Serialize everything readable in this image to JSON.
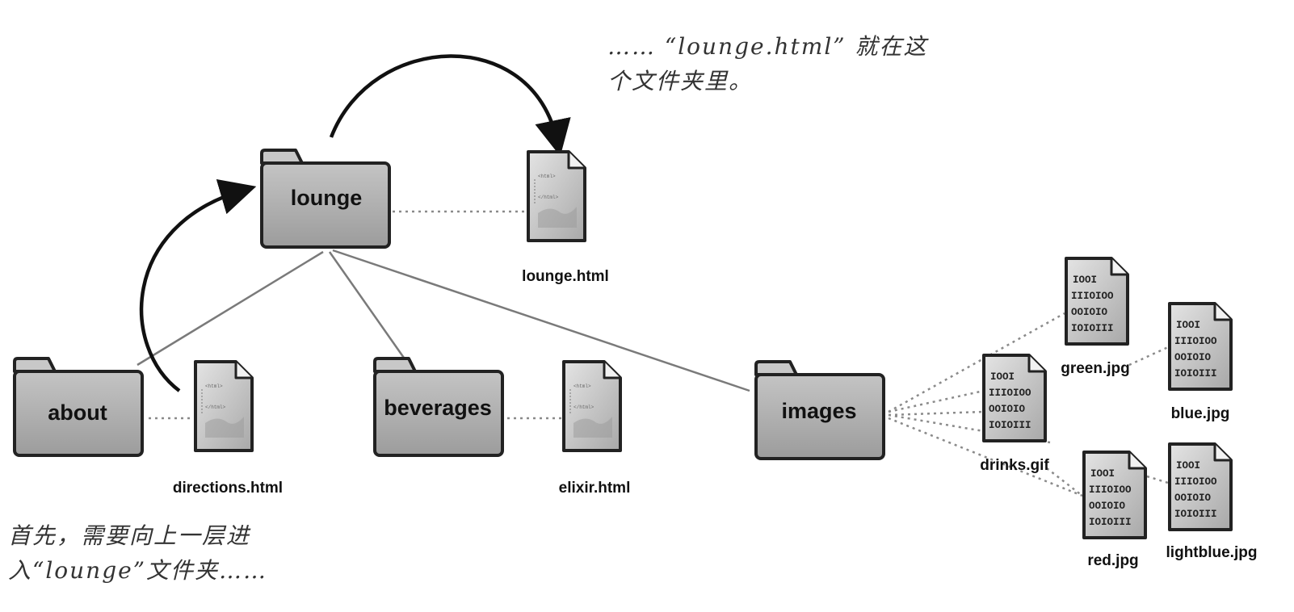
{
  "notes": {
    "top": [
      "…… “lounge.html” 就在这",
      "个文件夹里。"
    ],
    "bottom": [
      "首先，需要向上一层进",
      "入“lounge”文件夹……"
    ]
  },
  "folders": {
    "lounge": "lounge",
    "about": "about",
    "beverages": "beverages",
    "images": "images"
  },
  "files": {
    "lounge_html": "lounge.html",
    "directions_html": "directions.html",
    "elixir_html": "elixir.html",
    "drinks_gif": "drinks.gif",
    "green_jpg": "green.jpg",
    "blue_jpg": "blue.jpg",
    "red_jpg": "red.jpg",
    "lightblue_jpg": "lightblue.jpg"
  },
  "binary_lines": [
    "IOOI",
    "IIIOIOO",
    "OOIOIO",
    "IOIOIII"
  ],
  "html_doc_lines": [
    "<html>",
    "</html>"
  ]
}
